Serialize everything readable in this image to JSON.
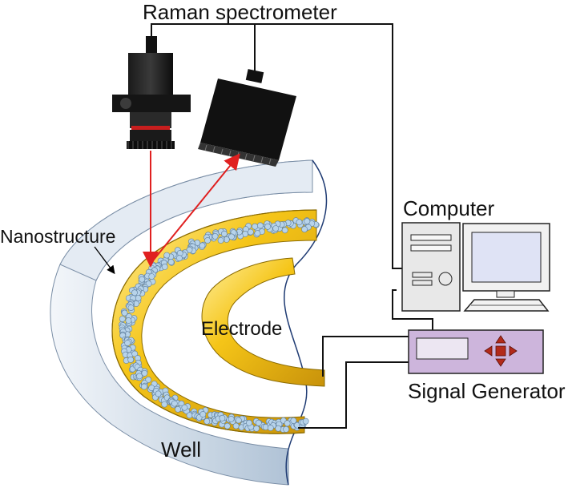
{
  "labels": {
    "raman_spectrometer": "Raman spectrometer",
    "computer": "Computer",
    "nanostructure": "Nanostructure",
    "electrode": "Electrode",
    "signal_generator": "Signal Generator",
    "well": "Well"
  },
  "colors": {
    "gold": "#f2c20c",
    "gold_dark": "#b8860b",
    "well_wall": "#c9d6e4",
    "well_top": "#e4ebf3",
    "laser": "#e02020",
    "signal_generator": "#cdb5dc",
    "monitor_screen": "#dfe3f5",
    "nanoparticle": "#b7d3ea"
  },
  "icons": [
    "objective-lens-icon",
    "spectrometer-detector-icon",
    "computer-tower-icon",
    "monitor-icon",
    "keyboard-icon",
    "direction-pad-icon"
  ]
}
